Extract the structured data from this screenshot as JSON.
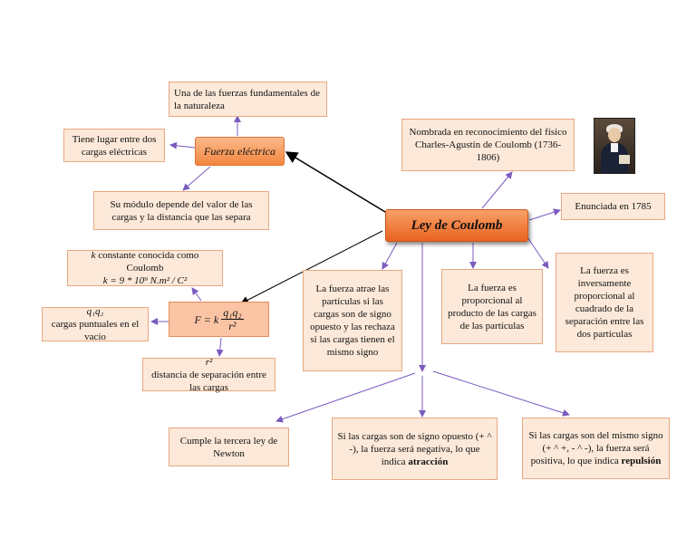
{
  "main_title": "Ley de Coulomb",
  "fuerza_node": "Fuerza eléctrica",
  "fuerza_fundamental": "Una de las fuerzas fundamentales de la naturaleza",
  "tiene_lugar": "Tiene lugar entre dos cargas eléctricas",
  "modulo": "Su módulo depende del valor de las cargas y la distancia que las separa",
  "nombrada": "Nombrada en reconocimiento del físico Charles-Agustín de Coulomb (1736-1806)",
  "enunciada": "Enunciada en 1785",
  "k_text": "constante conocida como Coulomb",
  "k_symbol": "k",
  "k_value": "k = 9 * 10⁹ N.m² / C²",
  "formula_lhs": "F = k",
  "formula_num": "q₁q₂",
  "formula_den": "r²",
  "q_symbol": "q₁q₂",
  "q_text": "cargas puntuales en el vacío",
  "r_symbol": "r²",
  "r_text": "distancia de separación entre las cargas",
  "atrae": "La fuerza atrae las partículas si las cargas son de signo opuesto y las rechaza si las cargas tienen el mismo signo",
  "proporcional": "La fuerza es proporcional al producto de las cargas de las partículas",
  "inversa": "La fuerza es inversamente proporcional al cuadrado de la separación entre las dos partículas",
  "tercera_ley": "Cumple la tercera ley de Newton",
  "opuesto_text": "Si las cargas son de signo opuesto (+ ^ -), la fuerza será negativa, lo que indica",
  "opuesto_bold": "atracción",
  "mismo_text": "Si las cargas son del mismo signo (+ ^ +, - ^ -), la fuerza será positiva, lo que indica",
  "mismo_bold": "repulsión",
  "colors": {
    "box_fill": "#fde9d9",
    "box_border": "#e7a882",
    "node_fill": "#f4863f",
    "line": "#7b5bbf"
  }
}
